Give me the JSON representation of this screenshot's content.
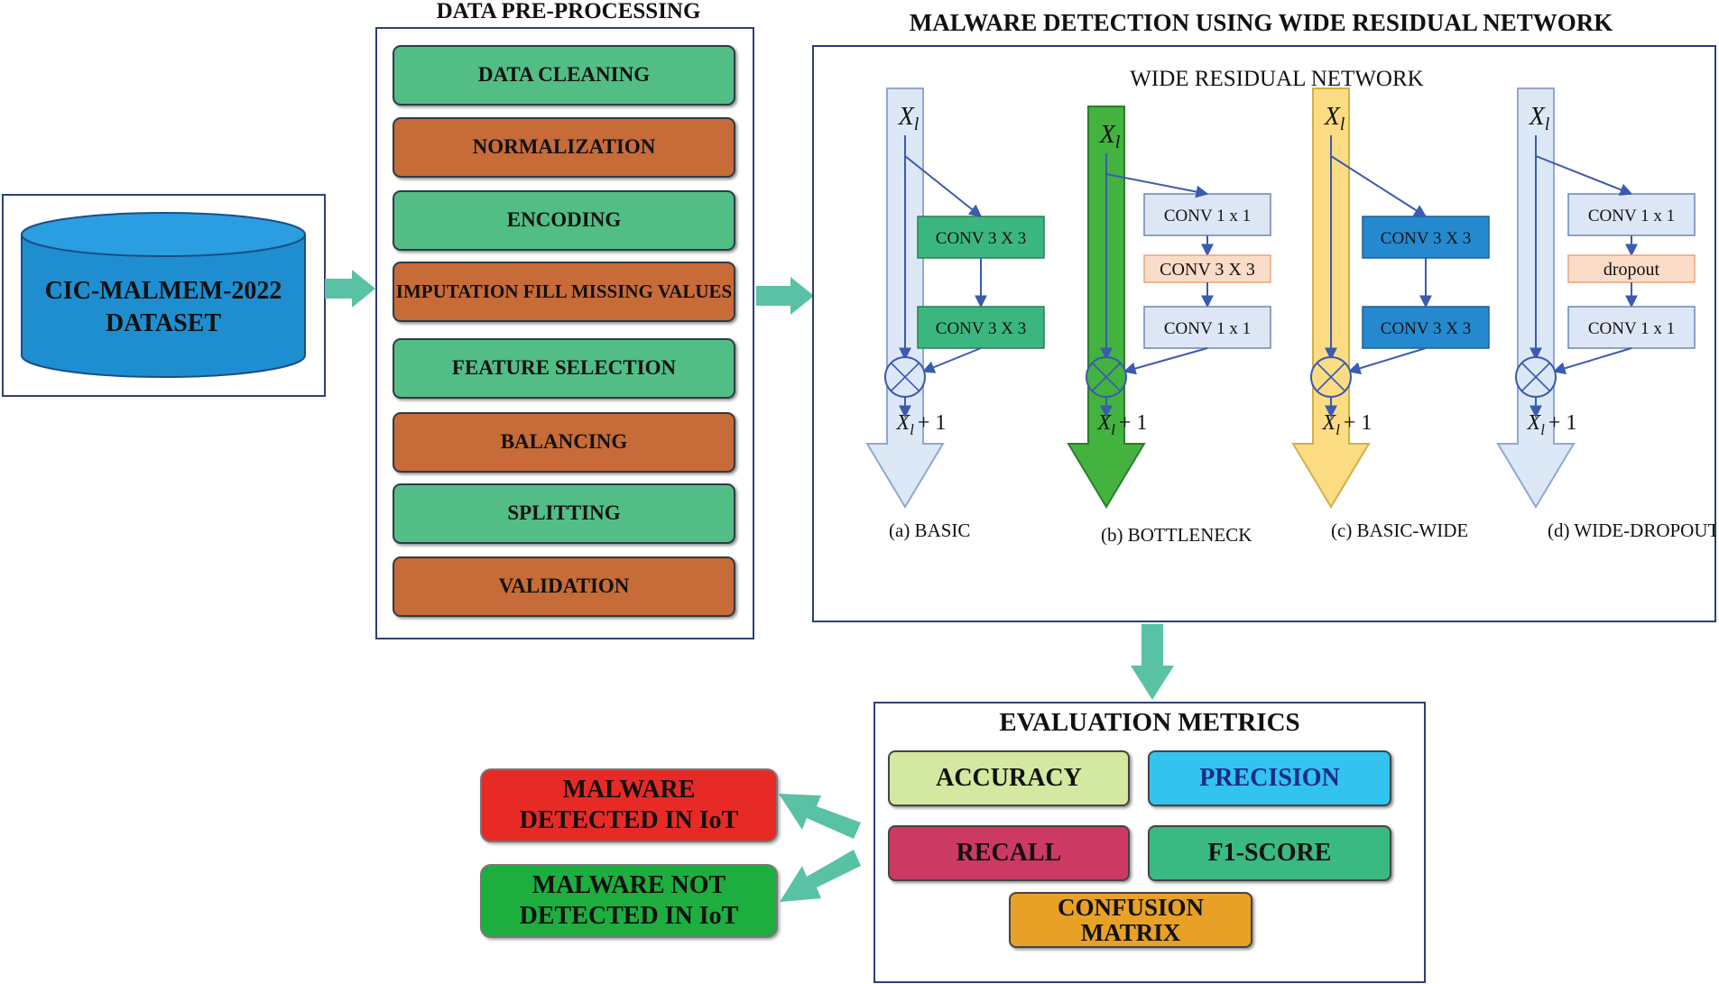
{
  "dataset": {
    "label_line1": "CIC-MALMEM-2022",
    "label_line2": "DATASET"
  },
  "preprocessing": {
    "title": "DATA PRE-PROCESSING",
    "steps": [
      {
        "label": "DATA CLEANING",
        "color": "#52be85"
      },
      {
        "label": "NORMALIZATION",
        "color": "#c76b38"
      },
      {
        "label": "ENCODING",
        "color": "#52be85"
      },
      {
        "label": "IMPUTATION FILL MISSING VALUES",
        "color": "#c76b38"
      },
      {
        "label": "FEATURE SELECTION",
        "color": "#52be85"
      },
      {
        "label": "BALANCING",
        "color": "#c76b38"
      },
      {
        "label": "SPLITTING",
        "color": "#52be85"
      },
      {
        "label": "VALIDATION",
        "color": "#c76b38"
      }
    ]
  },
  "detection": {
    "title": "MALWARE DETECTION USING WIDE RESIDUAL NETWORK",
    "subtitle": "WIDE RESIDUAL NETWORK",
    "input_symbol": "X",
    "input_subscript": "l",
    "output_suffix": "+ 1",
    "blocks": [
      {
        "caption": "(a) BASIC",
        "layers": [
          "CONV 3 X 3",
          "CONV 3 X 3"
        ]
      },
      {
        "caption": "(b) BOTTLENECK",
        "layers": [
          "CONV 1 x 1",
          "CONV 3 X 3",
          "CONV 1 x 1"
        ]
      },
      {
        "caption": "(c) BASIC-WIDE",
        "layers": [
          "CONV 3 X 3",
          "CONV 3 X 3"
        ]
      },
      {
        "caption": "(d) WIDE-DROPOUT",
        "layers": [
          "CONV 1 x 1",
          "dropout",
          "CONV 1 x 1"
        ]
      }
    ]
  },
  "evaluation": {
    "title": "EVALUATION METRICS",
    "metrics": [
      {
        "label": "ACCURACY",
        "color": "#d3e8a0"
      },
      {
        "label": "PRECISION",
        "color": "#33c3ef"
      },
      {
        "label": "RECALL",
        "color": "#cc3a63"
      },
      {
        "label": "F1-SCORE",
        "color": "#3ab982"
      },
      {
        "label": "CONFUSION MATRIX",
        "color": "#e8a126"
      }
    ]
  },
  "results": [
    {
      "label": "MALWARE DETECTED IN IoT",
      "color": "#e82a26"
    },
    {
      "label": "MALWARE NOT DETECTED IN IoT",
      "color": "#1dae3f"
    }
  ],
  "colors": {
    "connector_arrow": "#59c1a4",
    "frame_border": "#2d3f7a",
    "flow_line": "#3a5bb0"
  }
}
